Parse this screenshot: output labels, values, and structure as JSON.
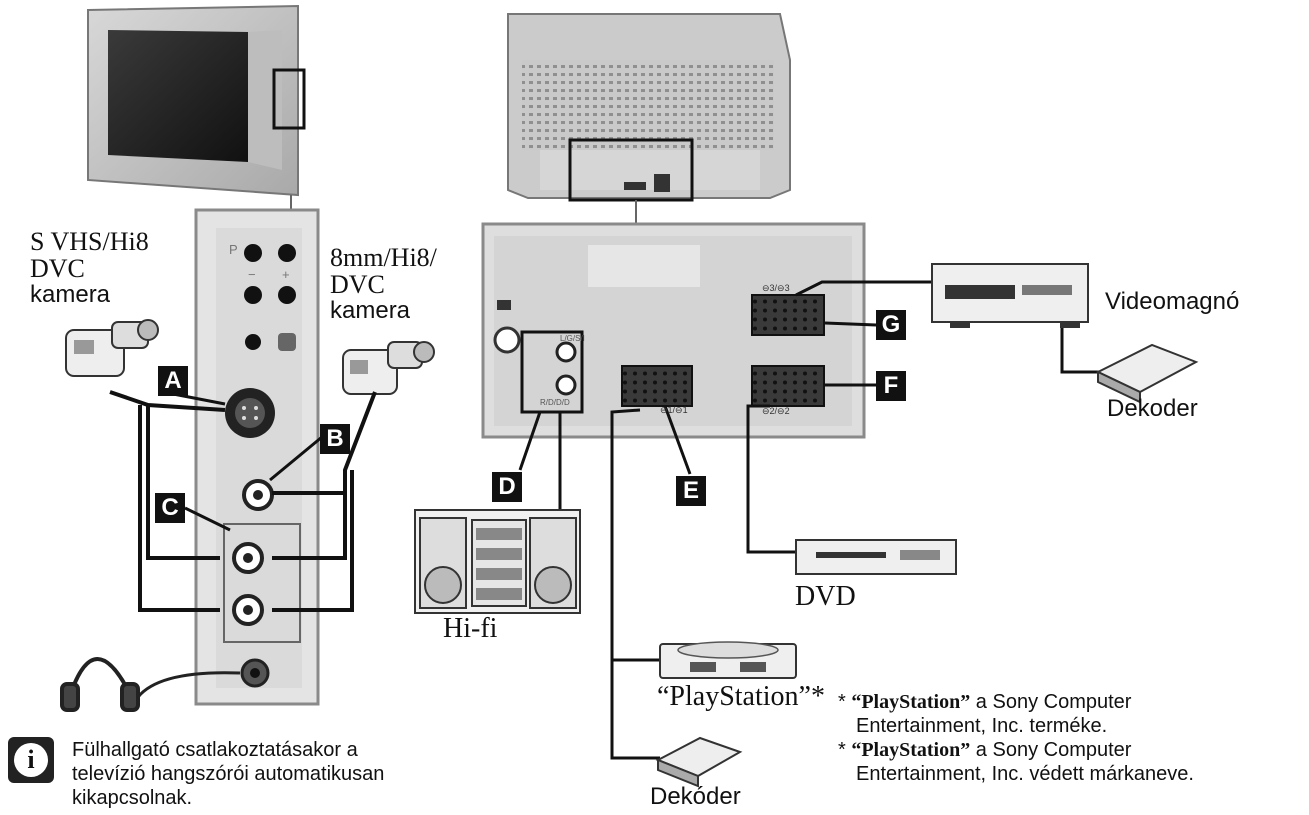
{
  "labels": {
    "svhs_line1": "S VHS/Hi8",
    "svhs_line2": "DVC",
    "svhs_line3": "kamera",
    "cam8_line1": "8mm/Hi8/",
    "cam8_line2": "DVC",
    "cam8_line3": "kamera",
    "videomagno": "Videomagnó",
    "dekoder_right": "Dekoder",
    "dekoder_bottom": "Dekóder",
    "dvd": "DVD",
    "hifi": "Hi-fi",
    "playstation": "“PlayStation”*"
  },
  "letters": {
    "a": "A",
    "b": "B",
    "c": "C",
    "d": "D",
    "e": "E",
    "f": "F",
    "g": "G"
  },
  "info_note": {
    "icon": "info-icon",
    "line1": "Fülhallgató csatlakoztatásakor a",
    "line2": "televízió hangszórói automatikusan",
    "line3": "kikapcsolnak."
  },
  "footnotes": {
    "n1_star": "* ",
    "n1_brand": "“PlayStation”",
    "n1_rest": " a Sony Computer",
    "n1_line2": "Entertainment, Inc. terméke.",
    "n2_star": "* ",
    "n2_brand": "“PlayStation”",
    "n2_rest": " a Sony Computer",
    "n2_line2": "Entertainment, Inc. védett márkaneve."
  },
  "panel_marks": {
    "p": "P",
    "minus": "−",
    "plus": "+",
    "left_audio": "L/G/S/I",
    "right_audio": "R/D/D/D",
    "scart1": "⊖1/⊖1",
    "scart2": "⊖2/⊖2",
    "scart3": "⊖3/⊖3"
  },
  "colors": {
    "panel_bg": "#e4e4e4",
    "panel_border": "#8a8a8a",
    "device_gray": "#cfcfcf",
    "letter_bg": "#111111"
  }
}
